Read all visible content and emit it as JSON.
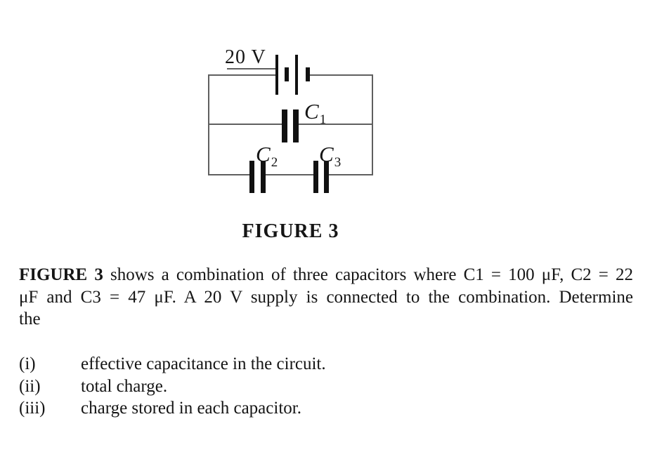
{
  "page": {
    "background": "#ffffff",
    "text_color": "#151515"
  },
  "figure": {
    "wire_color": "#5f5f5f",
    "plate_color": "#111111",
    "supply_label": "20 V",
    "capacitors": [
      {
        "symbol": "C",
        "subscript": "1"
      },
      {
        "symbol": "C",
        "subscript": "2"
      },
      {
        "symbol": "C",
        "subscript": "3"
      }
    ],
    "caption": "FIGURE 3"
  },
  "problem": {
    "bold_prefix": "FIGURE 3",
    "line1_rest": " shows a combination of three capacitors where C1 = 100 μF, C2 = 22",
    "line2": "μF and C3 = 47 μF. A 20 V supply is connected to the combination. Determine",
    "line3": "the"
  },
  "questions": [
    {
      "numeral": "(i)",
      "text": "effective capacitance in the circuit."
    },
    {
      "numeral": "(ii)",
      "text": "total charge."
    },
    {
      "numeral": "(iii)",
      "text": "charge stored in each capacitor."
    }
  ]
}
